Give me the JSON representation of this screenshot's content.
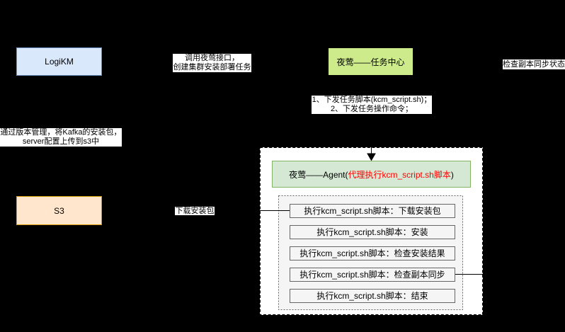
{
  "diagram_title": "Kafka cluster install/deploy flow (LogiKM / Nightingale / S3)",
  "colors": {
    "canvas_bg": "#000000",
    "logikm_fill": "#dae8fc",
    "logikm_border": "#6c8ebf",
    "task_center_fill": "#cdeb8b",
    "task_center_border": "#000000",
    "s3_fill": "#ffe6cc",
    "s3_border": "#d79b00",
    "agent_fill": "#d5e8d4",
    "agent_border": "#82b366",
    "agent_highlight_text": "#ff0000",
    "step_fill": "#f5f5f5",
    "step_border": "#666666",
    "outer_group_fill": "#ffffff",
    "outer_group_border": "#000000",
    "inner_group_fill": "#f5f5f5",
    "inner_group_border": "#666666",
    "connector": "#000000",
    "label_bg": "#ffffff",
    "text": "#000000"
  },
  "nodes": {
    "logikm": {
      "label": "LogiKM"
    },
    "task_center": {
      "label": "夜莺——任务中心"
    },
    "s3": {
      "label": "S3"
    },
    "agent": {
      "label_prefix": "夜莺——Agent(",
      "label_highlight": "代理执行kcm_script.sh脚本",
      "label_suffix": ")"
    },
    "steps": [
      "执行kcm_script.sh脚本：下载安装包",
      "执行kcm_script.sh脚本：安装",
      "执行kcm_script.sh脚本：检查安装结果",
      "执行kcm_script.sh脚本：检查副本同步",
      "执行kcm_script.sh脚本：结束"
    ]
  },
  "labels": {
    "call_api": {
      "line1": "调用夜莺接口，",
      "line2": "创建集群安装部署任务"
    },
    "dispatch": {
      "line1": "1、下发任务脚本(kcm_script.sh)；",
      "line2": "2、下发任务操作命令；"
    },
    "version": {
      "line1": "通过版本管理，将Kafka的安装包，",
      "line2": "server配置上传到s3中"
    },
    "download": {
      "text": "下载安装包"
    },
    "check_sync": {
      "text": "检查副本同步状态"
    }
  }
}
